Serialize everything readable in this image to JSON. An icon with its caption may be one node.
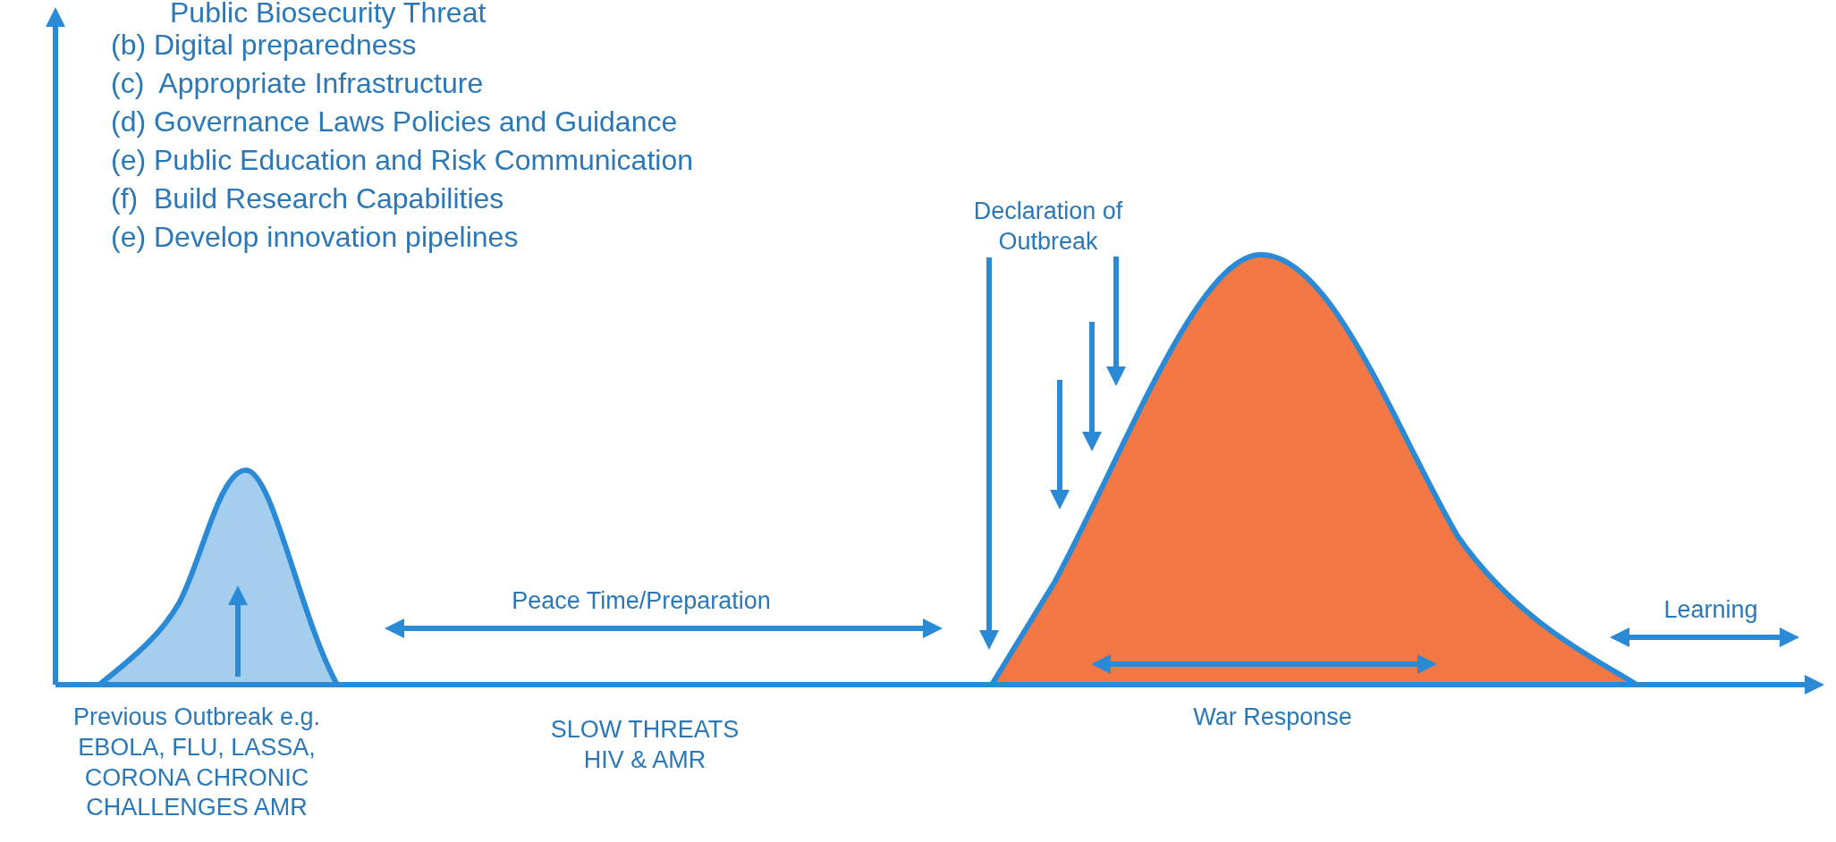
{
  "diagram": {
    "labels": [
      "Public Biosecurity Threat",
      "(b) Digital preparedness",
      "(c)  Appropriate Infrastructure",
      "(d) Governance Laws Policies and Guidance",
      "(e) Public Education and Risk Communication",
      "(f)  Build Research Capabilities",
      "(e) Develop innovation pipelines",
      "Declaration of Outbreak",
      "Peace Time/Preparation",
      "Learning",
      "Previous Outbreak e.g. EBOLA, FLU, LASSA, CORONA CHRONIC CHALLENGES AMR",
      "SLOW THREATS HIV & AMR",
      "War Response"
    ]
  }
}
